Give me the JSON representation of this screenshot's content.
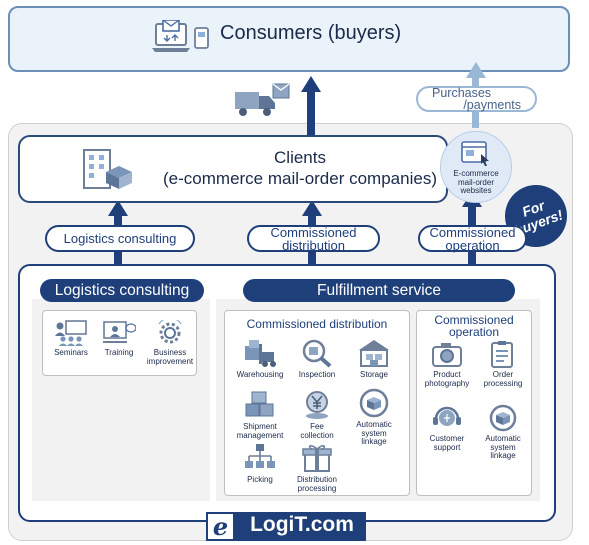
{
  "consumers": {
    "label": "Consumers (buyers)",
    "icon": "laptop-mail-icon"
  },
  "purchases": {
    "line1": "Purchases",
    "line2": "/payments"
  },
  "clients": {
    "line1": "Clients",
    "line2": "(e-commerce mail-order companies)",
    "icon": "building-box-icon"
  },
  "ec_websites": {
    "line1": "E-commerce",
    "line2": "mail-order",
    "line3": "websites"
  },
  "for_buyers": {
    "line1": "For",
    "line2": "buyers!"
  },
  "pills": {
    "logistics": "Logistics consulting",
    "distribution_1": "Commissioned",
    "distribution_2": "distribution",
    "operation_1": "Commissioned",
    "operation_2": "operation"
  },
  "sections": {
    "logistics_consulting": "Logistics consulting",
    "fulfillment_service": "Fulfillment service",
    "commissioned_distribution": "Commissioned distribution",
    "commissioned_operation_1": "Commissioned",
    "commissioned_operation_2": "operation"
  },
  "consulting_items": [
    {
      "label": "Seminars",
      "icon": "seminar-icon"
    },
    {
      "label": "Training",
      "icon": "training-icon"
    },
    {
      "label1": "Business",
      "label2": "improvement",
      "icon": "gear-improvement-icon"
    }
  ],
  "distribution_items": [
    {
      "label": "Warehousing",
      "icon": "forklift-icon"
    },
    {
      "label": "Inspection",
      "icon": "magnifier-icon"
    },
    {
      "label": "Storage",
      "icon": "warehouse-icon"
    },
    {
      "label1": "Shipment",
      "label2": "management",
      "icon": "boxes-icon"
    },
    {
      "label1": "Fee",
      "label2": "collection",
      "icon": "yen-coins-icon"
    },
    {
      "label1": "Automatic",
      "label2": "system",
      "label3": "linkage",
      "icon": "box-cycle-icon"
    },
    {
      "label": "Picking",
      "icon": "hierarchy-icon"
    },
    {
      "label1": "Distribution",
      "label2": "processing",
      "icon": "gift-icon"
    }
  ],
  "operation_items": [
    {
      "label1": "Product",
      "label2": "photography",
      "icon": "camera-icon"
    },
    {
      "label1": "Order",
      "label2": "processing",
      "icon": "clipboard-icon"
    },
    {
      "label1": "Customer",
      "label2": "support",
      "icon": "headset-icon"
    },
    {
      "label1": "Automatic",
      "label2": "system",
      "label3": "linkage",
      "icon": "box-cycle-icon"
    }
  ],
  "logo": {
    "mark": "e",
    "text": "LogiT.com"
  },
  "colors": {
    "navy": "#1e3f7a",
    "light_blue": "#eaf2fa",
    "panel_gray": "#f2f2f2",
    "pill_border_light": "#9bb7d6"
  }
}
